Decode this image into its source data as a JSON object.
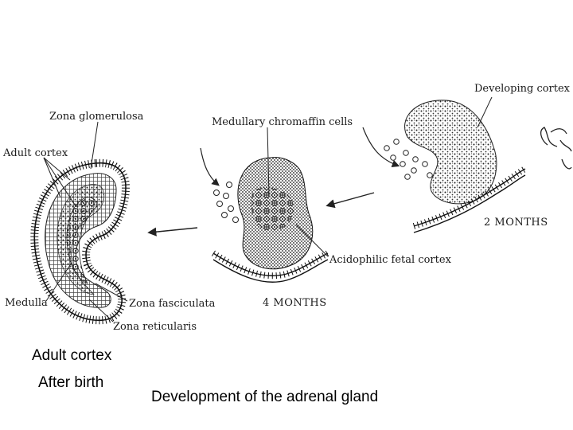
{
  "labels": {
    "zona_glomerulosa": "Zona glomerulosa",
    "adult_cortex": "Adult cortex",
    "medulla": "Medulla",
    "zona_fasciculata": "Zona fasciculata",
    "zona_reticularis": "Zona reticularis",
    "medullary_chromaffin_cells": "Medullary chromaffin cells",
    "acidophilic_fetal_cortex": "Acidophilic fetal cortex",
    "four_months": "4 MONTHS",
    "developing_cortex": "Developing cortex",
    "two_months": "2 MONTHS"
  },
  "captions": {
    "adult_cortex": "Adult cortex",
    "after_birth": "After birth",
    "title": "Development of the adrenal gland"
  },
  "colors": {
    "ink": "#1a1a1a"
  }
}
